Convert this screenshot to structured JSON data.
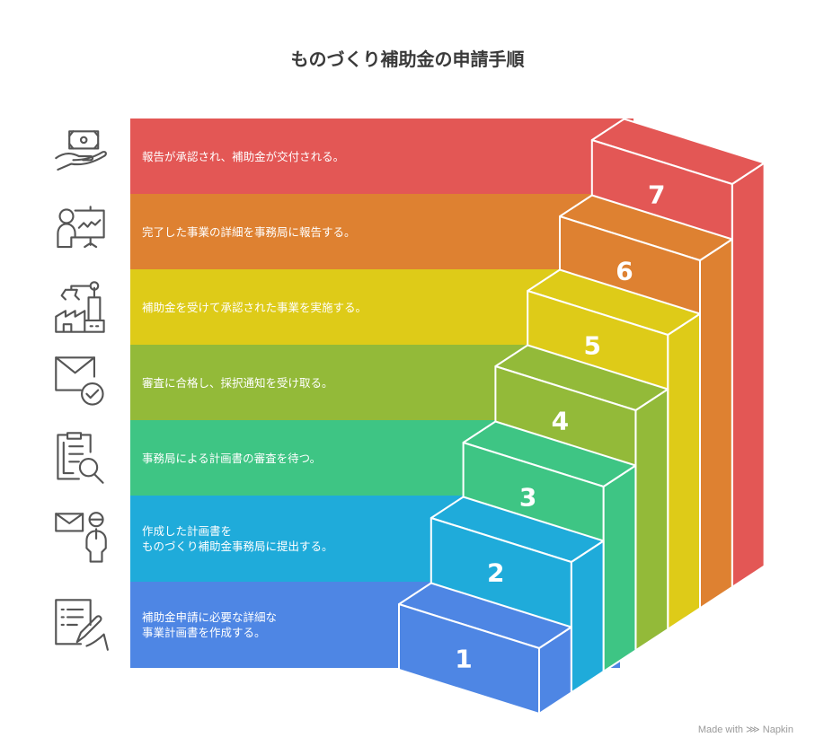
{
  "title": "ものづくり補助金の申請手順",
  "steps": [
    {
      "number": "1",
      "text": "補助金申請に必要な詳細な\n事業計画書を作成する。",
      "color": "#4E86E4",
      "icon": "document-sign-icon"
    },
    {
      "number": "2",
      "text": "作成した計画書を\nものづくり補助金事務局に提出する。",
      "color": "#1FABDA",
      "icon": "mail-person-icon"
    },
    {
      "number": "3",
      "text": "事務局による計画書の審査を待つ。",
      "color": "#3EC584",
      "icon": "clipboard-search-icon"
    },
    {
      "number": "4",
      "text": "審査に合格し、採択通知を受け取る。",
      "color": "#93BA39",
      "icon": "mail-check-icon"
    },
    {
      "number": "5",
      "text": "補助金を受けて承認された事業を実施する。",
      "color": "#DECB18",
      "icon": "factory-robot-icon"
    },
    {
      "number": "6",
      "text": "完了した事業の詳細を事務局に報告する。",
      "color": "#DE8131",
      "icon": "presenter-chart-icon"
    },
    {
      "number": "7",
      "text": "報告が承認され、補助金が交付される。",
      "color": "#E35755",
      "icon": "money-hand-icon"
    }
  ],
  "credit": "Made with ⋙ Napkin"
}
